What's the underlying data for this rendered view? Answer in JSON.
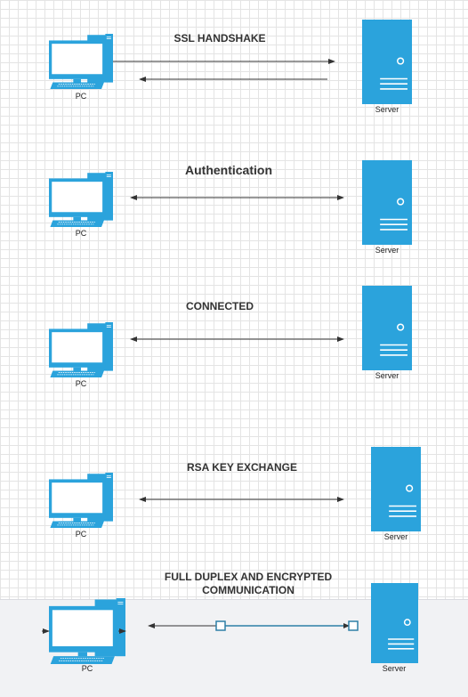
{
  "colors": {
    "device": "#2ba3dc",
    "device_dark": "#1d86bf",
    "screen": "#ffffff",
    "arrow": "#333333",
    "encrypted_line": "#2e7fa6",
    "background_band": "#f1f2f4"
  },
  "device_labels": {
    "pc": "PC",
    "server": "Server"
  },
  "stages": [
    {
      "title": "SSL HANDSHAKE",
      "pc_label": "PC",
      "server_label": "Server",
      "arrows": "two-separate"
    },
    {
      "title": "Authentication",
      "pc_label": "PC",
      "server_label": "Server",
      "arrows": "bidirectional"
    },
    {
      "title": "CONNECTED",
      "pc_label": "PC",
      "server_label": "Server",
      "arrows": "bidirectional"
    },
    {
      "title": "RSA KEY EXCHANGE",
      "pc_label": "PC",
      "server_label": "Server",
      "arrows": "bidirectional"
    },
    {
      "title_line1": "FULL DUPLEX AND ENCRYPTED",
      "title_line2": "COMMUNICATION",
      "pc_label": "PC",
      "server_label": "Server",
      "arrows": "encrypted-link"
    }
  ],
  "icons": {
    "pc": "desktop-computer-icon",
    "server": "server-tower-icon"
  }
}
